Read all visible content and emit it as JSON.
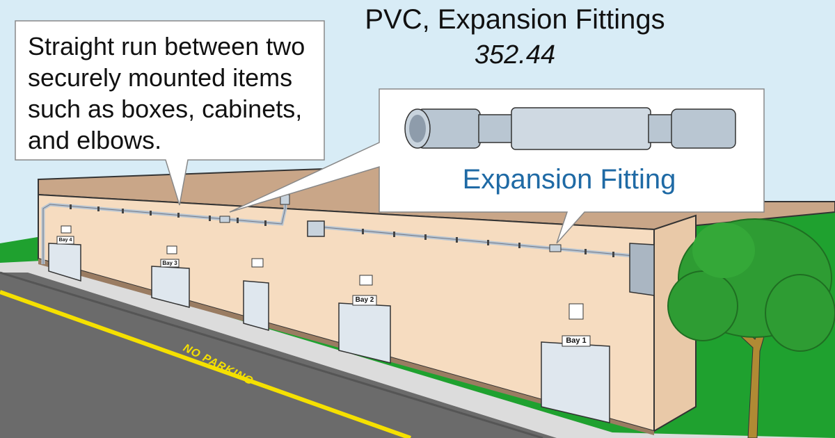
{
  "header": {
    "title": "PVC, Expansion Fittings",
    "code": "352.44"
  },
  "callouts": {
    "straight_run": "Straight run between two securely mounted items such as boxes, cabinets, and elbows.",
    "fitting_label": "Expansion Fitting"
  },
  "bays": [
    {
      "label": "Bay 4"
    },
    {
      "label": "Bay 3"
    },
    {
      "label": "Bay 2"
    },
    {
      "label": "Bay 1"
    }
  ],
  "road": {
    "marking": "NO PARKING"
  },
  "colors": {
    "sky": "#d8ecf6",
    "wall": "#f6dcc0",
    "roof": "#c9a688",
    "grass": "#1fa12f",
    "road": "#6b6b6b",
    "road_line": "#f5e000",
    "conduit": "#b9c6d2",
    "label_blue": "#1f6aa5",
    "tree_leaves": "#2e9c33",
    "tree_trunk": "#b08a34"
  }
}
